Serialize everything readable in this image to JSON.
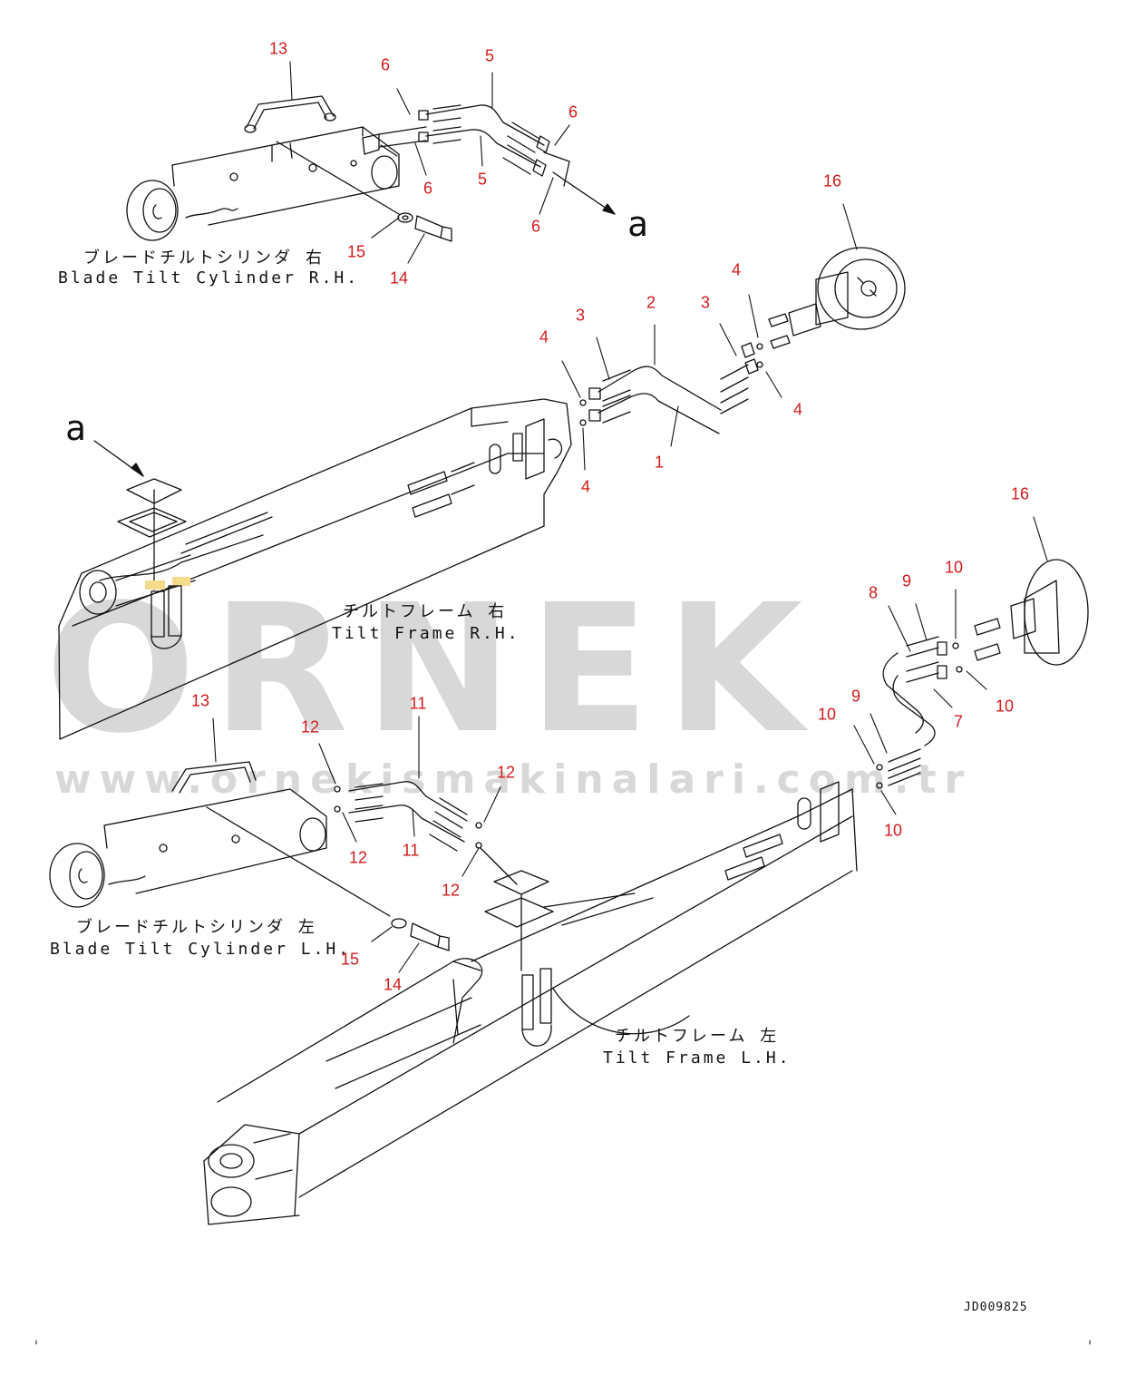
{
  "watermark": {
    "brand": "ORNEK",
    "url": "www.ornekismakinalari.com.tr"
  },
  "captions": {
    "cyl_rh_jp": "ブレードチルトシリンダ 右",
    "cyl_rh_en": "Blade Tilt Cylinder R.H.",
    "frame_rh_jp": "チルトフレーム 右",
    "frame_rh_en": "Tilt Frame R.H.",
    "cyl_lh_jp": "ブレードチルトシリンダ 左",
    "cyl_lh_en": "Blade Tilt Cylinder L.H.",
    "frame_lh_jp": "チルトフレーム 左",
    "frame_lh_en": "Tilt Frame L.H."
  },
  "view_markers": {
    "a_top": "a",
    "a_left": "a"
  },
  "drawing_code": "JD009825",
  "callouts": {
    "n13a": "13",
    "n6a": "6",
    "n5a": "5",
    "n6b": "6",
    "n6c": "6",
    "n5b": "5",
    "n6d": "6",
    "n16a": "16",
    "n15a": "15",
    "n14a": "14",
    "n4a": "4",
    "n3a": "3",
    "n2": "2",
    "n3b": "3",
    "n4b": "4",
    "n4c": "4",
    "n1": "1",
    "n4d": "4",
    "n16b": "16",
    "n8": "8",
    "n9a": "9",
    "n10a": "10",
    "n10b": "10",
    "n7": "7",
    "n9b": "9",
    "n10c": "10",
    "n10d": "10",
    "n13b": "13",
    "n12a": "12",
    "n11a": "11",
    "n12b": "12",
    "n12c": "12",
    "n11b": "11",
    "n12d": "12",
    "n15b": "15",
    "n14b": "14"
  },
  "colors": {
    "callout": "#d41a1a",
    "line": "#111111",
    "watermark": "#d8d8d8",
    "highlight": "#f5dc8c"
  }
}
